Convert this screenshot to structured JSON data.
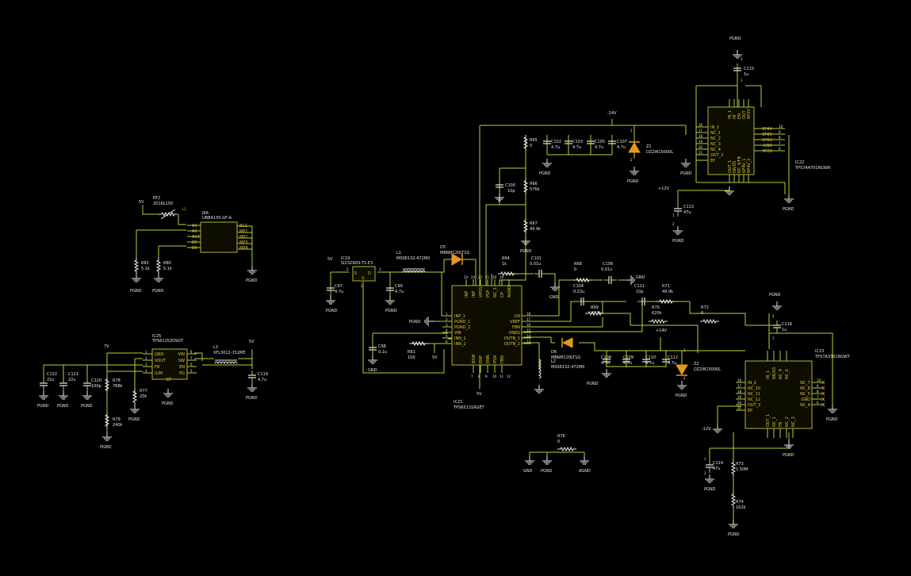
{
  "ics": [
    {
      "key": "IC19",
      "ref": "IC19",
      "part": "SI2329DS-T1-E3",
      "pins": [
        {
          "n": "S"
        },
        {
          "n": "D"
        },
        {
          "n": "G"
        }
      ],
      "nums": [
        "2",
        "3",
        "1"
      ]
    },
    {
      "key": "IC21",
      "ref": "IC21",
      "part": "TPS65131RGET",
      "top": [
        "INP",
        "INP",
        "VPOS",
        "PSP",
        "NC_1",
        "CP",
        "AGND"
      ],
      "left": [
        "INP_1",
        "PGND_1",
        "PGND_2",
        "VIN",
        "INN_1",
        "INN_2"
      ],
      "leftnums": [
        "1",
        "2",
        "3",
        "4",
        "5",
        "6"
      ],
      "right": [
        "CN",
        "VREF",
        "FBN",
        "VNEG",
        "OUTN_1",
        "OUTN_2"
      ],
      "rightnums": [
        "18",
        "17",
        "16",
        "15",
        "14",
        "13"
      ],
      "bottom": [
        "BSW",
        "ENP",
        "ENN",
        "PSN",
        "FBN"
      ],
      "topnums": [
        "24",
        "23",
        "22",
        "21",
        "20",
        "19"
      ],
      "bottomnums": [
        "7",
        "8",
        "9",
        "10",
        "11",
        "12"
      ]
    },
    {
      "key": "IC22",
      "ref": "IC22",
      "part": "TPS7A4701RGWR",
      "top": [
        "IN_1",
        "IN",
        "EN",
        "OUT",
        "6P2V"
      ],
      "left": [
        "IN_2",
        "NC_1",
        "NC_2",
        "NC_3",
        "NC_4",
        "OUT_2",
        "EP"
      ],
      "leftnums": [
        "16",
        "17",
        "18",
        "19",
        "20",
        "21"
      ],
      "right": [
        "6P4V",
        "6P8V",
        "1P6V",
        "GND",
        "3P2V"
      ],
      "rightnums": [
        "10",
        "9",
        "8",
        "7",
        "6"
      ],
      "bottom": [
        "OUT_1",
        "NR/SS",
        "NC_4/FB",
        "6P4V_1",
        "6P4V_2"
      ]
    },
    {
      "key": "IC23",
      "ref": "IC23",
      "part": "TPS7A3301RGWT",
      "top": [
        "IN_1",
        "NR/SS",
        "NC_9",
        "NC_6"
      ],
      "left": [
        "IN_2",
        "NC_10",
        "NC_11",
        "NC_12",
        "OUT_2",
        "EP"
      ],
      "leftnums": [
        "16",
        "17",
        "18",
        "19",
        "20",
        "21"
      ],
      "right": [
        "NC_7",
        "NC_8",
        "NC_5",
        "GND",
        "NC_4"
      ],
      "rightnums": [
        "10",
        "9",
        "8",
        "7",
        "6"
      ],
      "bottom": [
        "OUT_1",
        "NC_1",
        "FB",
        "NC_2",
        "NC_3"
      ]
    },
    {
      "key": "IC25",
      "ref": "IC25",
      "part": "TPS61252DSGT",
      "left": [
        "GND",
        "VOUT",
        "FB",
        "ILIM"
      ],
      "leftnums": [
        "1",
        "2",
        "3",
        "4"
      ],
      "right": [
        "VIN",
        "SW",
        "EN",
        "PG"
      ],
      "rightnums": [
        "8",
        "7",
        "6",
        "5"
      ],
      "center": [
        "EP"
      ]
    },
    {
      "key": "J6A",
      "ref": "J6A",
      "part": "UBB4135-GF-A",
      "left": [
        "A5",
        "A9",
        "A12",
        "B5",
        "B9"
      ],
      "right": [
        "B12",
        "MP1",
        "MP2",
        "MP3",
        "MP4"
      ]
    }
  ],
  "caps": [
    {
      "ref": "C97",
      "val": "4.7u"
    },
    {
      "ref": "C99",
      "val": "4.7u"
    },
    {
      "ref": "C98",
      "val": "0.1u"
    },
    {
      "ref": "C100",
      "val": "10p"
    },
    {
      "ref": "C101",
      "val": "0.01u"
    },
    {
      "ref": "C102",
      "val": "4.7u"
    },
    {
      "ref": "C103",
      "val": "4.7u"
    },
    {
      "ref": "C105",
      "val": "4.7u"
    },
    {
      "ref": "C107",
      "val": "4.7u"
    },
    {
      "ref": "C104",
      "val": "0.22u"
    },
    {
      "ref": "C106",
      "val": "0.01u"
    },
    {
      "ref": "C111",
      "val": "10p"
    },
    {
      "ref": "C108",
      "val": "4.7u"
    },
    {
      "ref": "C109",
      "val": "4.7u"
    },
    {
      "ref": "C110",
      "val": "4.7u"
    },
    {
      "ref": "C112",
      "val": "4.7u"
    },
    {
      "ref": "C115",
      "val": "1u"
    },
    {
      "ref": "C113",
      "val": "47u"
    },
    {
      "ref": "C116",
      "val": "1u"
    },
    {
      "ref": "C114",
      "val": "47u"
    },
    {
      "ref": "C120",
      "val": "100p"
    },
    {
      "ref": "C121",
      "val": "22u"
    },
    {
      "ref": "C122",
      "val": "22u"
    },
    {
      "ref": "C119",
      "val": "4.7u"
    }
  ],
  "res": [
    {
      "ref": "R65",
      "val": "0"
    },
    {
      "ref": "R66",
      "val": "576k"
    },
    {
      "ref": "R67",
      "val": "49.9k"
    },
    {
      "ref": "R64",
      "val": "1k"
    },
    {
      "ref": "R68",
      "val": "0"
    },
    {
      "ref": "R69",
      "val": "49.9k"
    },
    {
      "ref": "R71",
      "val": "49.9k"
    },
    {
      "ref": "R70",
      "val": "620k"
    },
    {
      "ref": "R72",
      "val": "0"
    },
    {
      "ref": "R61",
      "val": "100"
    },
    {
      "ref": "R73",
      "val": "1.50M"
    },
    {
      "ref": "R74",
      "val": "162k"
    },
    {
      "ref": "R76",
      "val": "0"
    },
    {
      "ref": "R77",
      "val": "20k"
    },
    {
      "ref": "R78",
      "val": "768k"
    },
    {
      "ref": "R79",
      "val": "240k"
    },
    {
      "ref": "R80",
      "val": "5.1k"
    },
    {
      "ref": "R81",
      "val": "5.1k"
    }
  ],
  "inds": [
    {
      "ref": "L1",
      "val": "MSS6132-472MX"
    },
    {
      "ref": "L2",
      "val": "MSS6132-472MX"
    },
    {
      "ref": "L3",
      "val": "XFL3012-152ME"
    },
    {
      "ref": "RT2",
      "val": "2016L150"
    }
  ],
  "diodes": [
    {
      "ref": "D5",
      "val": "MBRM120LT1G"
    },
    {
      "ref": "D6",
      "val": "MBRM120LT1G"
    },
    {
      "ref": "Z1",
      "val": "DZ2W15000L"
    },
    {
      "ref": "Z2",
      "val": "DZ2W15000L"
    }
  ],
  "nets": {
    "pgnd": "PGND",
    "gnd": "GND",
    "agnd": "AGND",
    "v5": "5V",
    "v7": "7V",
    "vn14": "-14V",
    "vp14": "+14V",
    "vp12": "+12V",
    "vn12": "-12V"
  },
  "misc": {
    "pin_1": "1",
    "pin_2": "2",
    "lbl": "L1"
  },
  "colors": {
    "background": "#000000",
    "wire": "#b4d236",
    "body": "#b4b433",
    "text": "#e6e6e6",
    "pin_name": "#e1c83c",
    "diode": "#e09a1a"
  }
}
